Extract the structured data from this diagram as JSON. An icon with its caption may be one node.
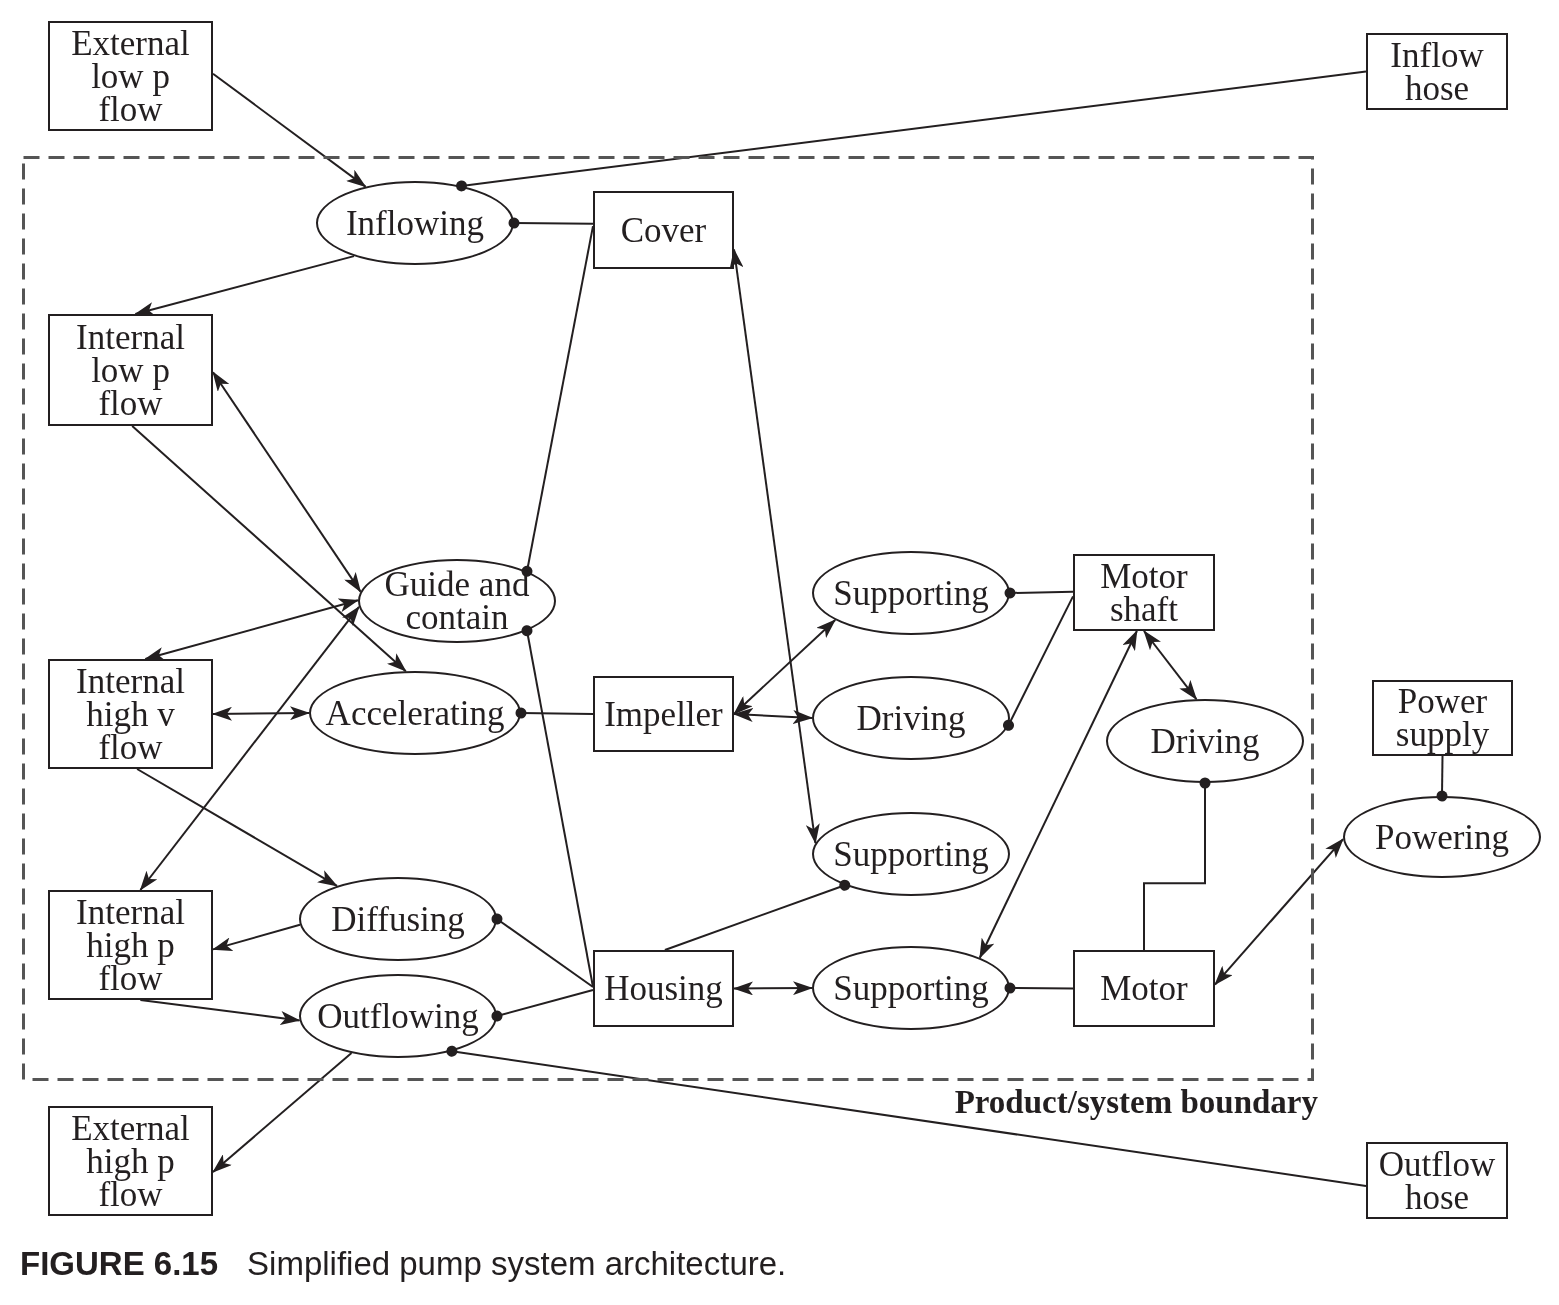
{
  "diagram": {
    "caption": "**FIGURE 6.15** Simplified pump system architecture.",
    "nodes": [
      {
        "text": [
          "Product/system boundary"
        ]
      },
      {
        "text": [
          "External low p flow"
        ]
      },
      {
        "text": [
          "Inflow hose"
        ]
      },
      {
        "text": [
          "Inflowing"
        ],
        "in": 0
      },
      {
        "text": [
          "Cover"
        ],
        "in": 0
      },
      {
        "text": [
          "Internal low p flow"
        ],
        "in": 0
      },
      {
        "text": [
          "Guide and contain"
        ],
        "in": 0
      },
      {
        "text": [
          "Supporting"
        ],
        "in": 0
      },
      {
        "text": [
          "Motor shaft"
        ],
        "in": 0
      },
      {
        "text": [
          "Internal high v flow"
        ],
        "in": 0
      },
      {
        "text": [
          "Accelerating"
        ],
        "in": 0
      },
      {
        "text": [
          "Impeller"
        ],
        "in": 0
      },
      {
        "text": [
          "Driving"
        ],
        "in": 0
      },
      {
        "text": [
          "Driving"
        ],
        "in": 0
      },
      {
        "text": [
          "Power supply"
        ]
      },
      {
        "text": [
          "Supporting"
        ],
        "in": 0
      },
      {
        "text": [
          "Powering"
        ]
      },
      {
        "text": [
          "Internal high p flow"
        ],
        "in": 0
      },
      {
        "text": [
          "Diffusing"
        ],
        "in": 0
      },
      {
        "text": [
          "Housing"
        ],
        "in": 0
      },
      {
        "text": [
          "Supporting"
        ],
        "in": 0
      },
      {
        "text": [
          "Motor"
        ],
        "in": 0
      },
      {
        "text": [
          "Outflowing"
        ],
        "in": 0
      },
      {
        "text": [
          "External high p flow"
        ]
      },
      {
        "text": [
          "Outflow hose"
        ]
      }
    ],
    "edges": [
      {
        "from": 1,
        "to": 3,
        "arrow": "to"
      },
      {
        "from": 3,
        "to": 2,
        "arrow": "other"
      },
      {
        "from": 3,
        "to": 4,
        "arrow": "other"
      },
      {
        "from": 3,
        "to": 5,
        "arrow": "to"
      },
      {
        "from": 6,
        "to": 4,
        "arrow": "other"
      },
      {
        "from": 4,
        "to": 15,
        "arrow": "both"
      },
      {
        "from": 5,
        "to": 6,
        "arrow": "both"
      },
      {
        "from": 5,
        "to": 10,
        "arrow": "to"
      },
      {
        "from": 9,
        "to": 6,
        "arrow": "both"
      },
      {
        "from": 17,
        "to": 6,
        "arrow": "both"
      },
      {
        "from": 9,
        "to": 10,
        "arrow": "both"
      },
      {
        "from": 10,
        "to": 11,
        "arrow": "other"
      },
      {
        "from": 6,
        "to": 19,
        "arrow": "other"
      },
      {
        "from": 11,
        "to": 7,
        "arrow": "both"
      },
      {
        "from": 11,
        "to": 12,
        "arrow": "both"
      },
      {
        "from": 7,
        "to": 8,
        "arrow": "other"
      },
      {
        "from": 12,
        "to": 8,
        "arrow": "other"
      },
      {
        "from": 8,
        "to": 13,
        "arrow": "both"
      },
      {
        "from": 8,
        "to": 20,
        "arrow": "both"
      },
      {
        "from": 13,
        "to": 21,
        "arrow": "other"
      },
      {
        "from": 16,
        "to": 14,
        "arrow": "other"
      },
      {
        "from": 21,
        "to": 16,
        "arrow": "both"
      },
      {
        "from": 9,
        "to": 18,
        "arrow": "to"
      },
      {
        "from": 18,
        "to": 17,
        "arrow": "to"
      },
      {
        "from": 18,
        "to": 19,
        "arrow": "other"
      },
      {
        "from": 15,
        "to": 19,
        "arrow": "other"
      },
      {
        "from": 17,
        "to": 22,
        "arrow": "to"
      },
      {
        "from": 22,
        "to": 19,
        "arrow": "other"
      },
      {
        "from": 19,
        "to": 20,
        "arrow": "both"
      },
      {
        "from": 20,
        "to": 21,
        "arrow": "other"
      },
      {
        "from": 22,
        "to": 23,
        "arrow": "to"
      },
      {
        "from": 22,
        "to": 24,
        "arrow": "other"
      }
    ]
  }
}
